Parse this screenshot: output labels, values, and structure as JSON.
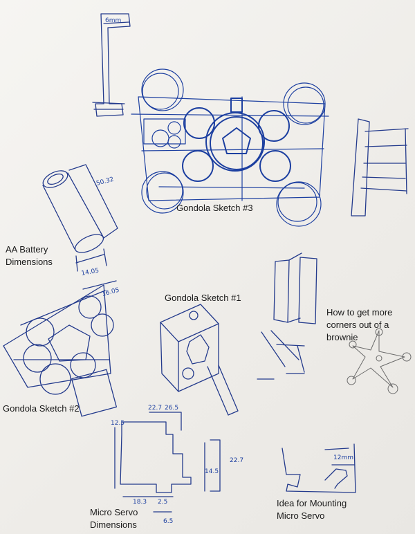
{
  "labels": {
    "gondola_3": "Gondola Sketch #3",
    "aa_battery_1": "AA Battery",
    "aa_battery_2": "Dimensions",
    "gondola_1": "Gondola Sketch #1",
    "brownie_1": "How to get more",
    "brownie_2": "corners out of a",
    "brownie_3": "brownie",
    "gondola_2": "Gondola Sketch #2",
    "servo_dim_1": "Micro Servo",
    "servo_dim_2": "Dimensions",
    "mount_1": "Idea for Mounting",
    "mount_2": "Micro Servo"
  },
  "dimensions": {
    "battery_length": "50.32",
    "battery_width": "14.05",
    "gondola2_width": "16.05",
    "servo_a": "12.5",
    "servo_b": "22.7",
    "servo_c": "26.5",
    "servo_d": "14.5",
    "servo_e": "22.7",
    "servo_f": "18.3",
    "servo_g": "2.5",
    "servo_h": "6.5",
    "mount_dim": "12mm",
    "top_left": "6mm"
  },
  "colors": {
    "ink_blue": "#1c3fa0",
    "ink_dark": "#233a8c",
    "pencil": "#6b6b6b"
  }
}
